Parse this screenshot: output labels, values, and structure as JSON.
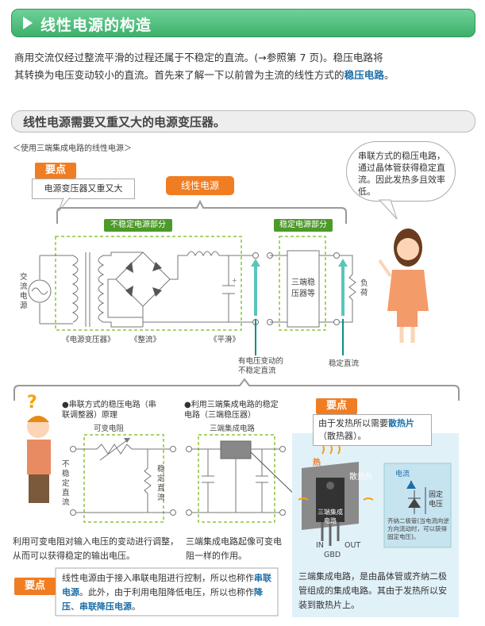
{
  "header": {
    "title": "线性电源的构造"
  },
  "intro": {
    "line1": "商用交流仅经过整流平滑的过程还属于不稳定的直流。(→参照第 7 页)。稳压电路将",
    "line2_pre": "其转换为电压变动较小的直流。首先来了解一下以前曾为主流的线性方式的",
    "line2_bold": "稳压电路",
    "line2_post": "。"
  },
  "section": {
    "title": "线性电源需要又重又大的电源变压器。",
    "caption": "＜使用三端集成电路的线性电源＞"
  },
  "point1": {
    "tag": "要点",
    "text": "电源变压器又重又大"
  },
  "speech": {
    "text": "串联方式的稳压电路，通过晶体管获得稳定直流。因此发热多且效率低。"
  },
  "labels": {
    "linear_power": "线性电源",
    "unstable_part": "不稳定电源部分",
    "stable_part": "稳定电源部分",
    "ac_source": "交流电源",
    "transformer": "《电源变压器》",
    "rectify": "《整流》",
    "smooth": "《平滑》",
    "regulator_box": "三端稳压器等",
    "load": "负荷",
    "unstable_dc": "有电压变动的不稳定直流",
    "stable_dc": "稳定直流"
  },
  "left_panel": {
    "title": "●串联方式的稳压电路（串联调整器）原理",
    "var_res": "可变电阻",
    "unstable": "不稳定直流",
    "stable": "稳定直流",
    "desc": "利用可变电阻对输入电压的变动进行调整，从而可以获得稳定的输出电压。"
  },
  "mid_panel": {
    "title": "●利用三端集成电路的稳定电路（三端稳压器）",
    "ic_label": "三端集成电路",
    "desc": "三端集成电路起像可变电阻一样的作用。"
  },
  "point2": {
    "tag": "要点",
    "pre": "由于发热所以需要",
    "bold": "散热片",
    "post": "（散热器）。"
  },
  "right_panel": {
    "heat": "热",
    "heatsink": "散热片",
    "ic": "三端集成电路",
    "pins": [
      "IN",
      "GBD",
      "OUT"
    ],
    "current": "电流",
    "fixed_v": "固定电压",
    "zener_note": "齐纳二极管(当电流向逆方向流动时，可以获得固定电压)。",
    "desc": "三端集成电路，是由晶体管或齐纳二极管组成的集成电路。其由于发热所以安装到散热片上。"
  },
  "point3": {
    "tag": "要点",
    "l1": "线性电源由于接入串联电阻进行控制，所以也称作",
    "b1": "串联电源",
    "l2": "。此外，由于利用电阻降低电压，所以也称作",
    "b2": "降压",
    "l3": "、",
    "b3": "串联降压电源",
    "l4": "。"
  },
  "colors": {
    "banner": "#3eb06c",
    "accent": "#f07d22",
    "green": "#4c9a2a",
    "teal": "#0a8f86",
    "link": "#1d6fa8"
  }
}
